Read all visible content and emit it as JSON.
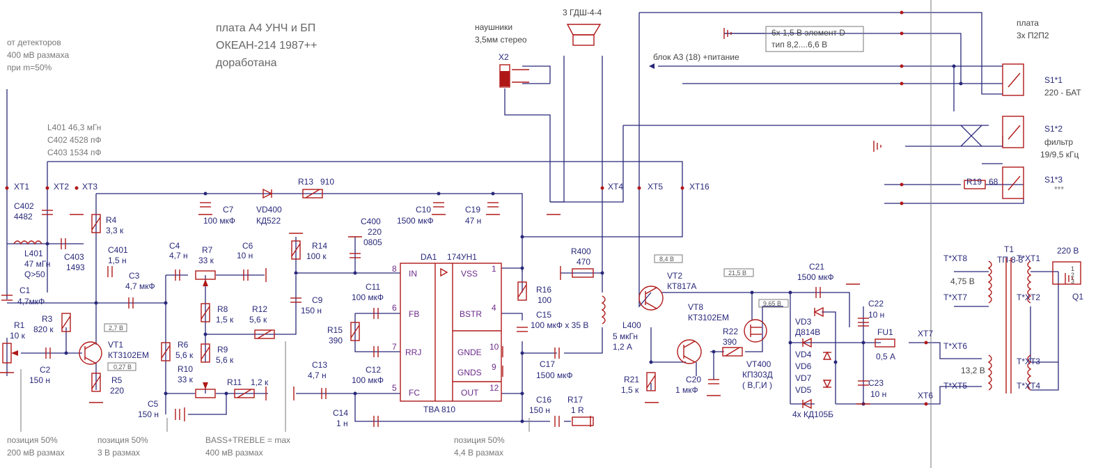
{
  "title": {
    "l1": "плата А4 УНЧ и БП",
    "l2": "ОКЕАН-214 1987++",
    "l3": "доработана"
  },
  "notes": {
    "det1": "от детекторов",
    "det2": "400 мВ размаха",
    "det3": "при m=50%",
    "lc1": "L401 46,3 мГн",
    "lc2": "С402 4528 пФ",
    "lc3": "С403 1534 пФ",
    "ph1": "наушники",
    "ph2": "3,5мм стерео",
    "spk": "3 ГДШ-4-4",
    "blk": "блок А3 (18) +питание",
    "bat1": "6х 1,5 В элемент D",
    "bat2": "тип 8,2....6,6 В",
    "pl1": "плата",
    "pl2": "3х П2П2",
    "pos1a": "позиция 50%",
    "pos1b": "200 мВ размах",
    "pos2a": "позиция 50%",
    "pos2b": "3 В размах",
    "bt1": "BASS+TREBLE = max",
    "bt2": "400 мВ размах",
    "pos3a": "позиция 50%",
    "pos3b": "4,4 В размах"
  },
  "connectors": {
    "xt1": "XT1",
    "xt2": "XT2",
    "xt3": "XT3",
    "xt4": "XT4",
    "xt5": "XT5",
    "xt16": "XT16",
    "xt7": "XT7",
    "xt6": "XT6",
    "x2": "X2"
  },
  "components": {
    "c402": "C402",
    "c402v": "4482",
    "l401": "L401",
    "l401v": "47 мГн",
    "l401q": "Q>50",
    "c403": "C403",
    "c403v": "1493",
    "c1": "C1",
    "c1v": "4,7мкФ",
    "r1": "R1",
    "r1v": "10 к",
    "c2": "C2",
    "c2v": "150 н",
    "r3": "R3",
    "r3v": "820 к",
    "r4": "R4",
    "r4v": "3,3 к",
    "c401": "C401",
    "c401v": "1,5 н",
    "c3": "C3",
    "c3v": "4,7 мкФ",
    "vt1": "VT1",
    "vt1v": "КТ3102ЕМ",
    "r5": "R5",
    "r5v": "220",
    "c4": "C4",
    "c4v": "4,7 н",
    "r7": "R7",
    "r7v": "33 к",
    "c6": "C6",
    "c6v": "10 н",
    "r8": "R8",
    "r8v": "1,5 к",
    "r12": "R12",
    "r12v": "5,6 к",
    "r9": "R9",
    "r9v": "5,6 к",
    "r6": "R6",
    "r6v": "5,6 к",
    "r10": "R10",
    "r10v": "33 к",
    "r11": "R11",
    "r11v": "1,2 к",
    "c5": "C5",
    "c5v": "150 н",
    "c7": "C7",
    "c7v": "100 мкФ",
    "vd400": "VD400",
    "vd400v": "КД522",
    "r13": "R13",
    "r13v": "910",
    "c400": "C400",
    "c400v": "220",
    "c400p": "0805",
    "c10": "C10",
    "c10v": "1500 мкФ",
    "c19": "C19",
    "c19v": "47 н",
    "r14": "R14",
    "r14v": "100 к",
    "c9": "C9",
    "c9v": "150 н",
    "c11": "C11",
    "c11v": "100 мкФ",
    "r15": "R15",
    "r15v": "390",
    "c12": "C12",
    "c12v": "100 мкФ",
    "c13": "C13",
    "c13v": "4,7 н",
    "c14": "C14",
    "c14v": "1 н",
    "da1": "DA1",
    "da1v": "174УН1",
    "tba": "TBA 810",
    "r16": "R16",
    "r16v": "100",
    "c15": "C15",
    "c15v": "100 мкФ х 35 В",
    "c17": "C17",
    "c17v": "1500 мкФ",
    "c16": "C16",
    "c16v": "150 н",
    "r17": "R17",
    "r17v": "1 R",
    "r400": "R400",
    "r400v": "470",
    "l400": "L400",
    "l400v": "5 мкГн",
    "l400a": "1,2 А",
    "r21": "R21",
    "r21v": "1,5 к",
    "vt2": "VT2",
    "vt2v": "КТ817А",
    "vt8": "VT8",
    "vt8v": "КТ3102ЕМ",
    "r22": "R22",
    "r22v": "390",
    "c20": "C20",
    "c20v": "1 мкФ",
    "vt400": "VT400",
    "vt400v": "КП303Д",
    "vt400t": "( В,Г,И )",
    "c21": "C21",
    "c21v": "1500 мкФ",
    "c22": "C22",
    "c22v": "10 н",
    "vd3": "VD3",
    "vd3v": "Д814В",
    "fu1": "FU1",
    "fu1v": "0,5 А",
    "vd4": "VD4",
    "vd6": "VD6",
    "vd7": "VD7",
    "vd5": "VD5",
    "kd105": "4х КД105Б",
    "c23": "C23",
    "c23v": "10 н",
    "s11": "S1*1",
    "s11t": "220 - БАТ",
    "s12": "S1*2",
    "s12t1": "фильтр",
    "s12t2": "19/9,5 кГц",
    "s13": "S1*3",
    "s13t": "***",
    "r19": "R19",
    "r19v": "68",
    "t1": "T1",
    "t1v": "ТП-8-3",
    "t220": "220 В",
    "txt8": "T*XT8",
    "txt7": "T*XT7",
    "txt1": "T*XT1",
    "txt2": "T*XT2",
    "txt6": "T*XT6",
    "txt5": "T*XT5",
    "txt3": "T*XT3",
    "txt4": "T*XT4",
    "v475": "4,75 В",
    "v132": "13,2 В",
    "q1": "Q1",
    "p1": "1",
    "p2": "2",
    "p3": "3"
  },
  "pins": {
    "p8": "8",
    "p6": "6",
    "p7": "7",
    "p5": "5",
    "p1": "1",
    "p4": "4",
    "p10": "10",
    "p9": "9",
    "p12": "12",
    "in": "IN",
    "fb": "FB",
    "rrj": "RRJ",
    "fc": "FC",
    "vss": "VSS",
    "bstr": "BSTR",
    "gnde": "GNDE",
    "gnds": "GNDS",
    "out": "OUT"
  },
  "measurements": {
    "m1": "2,7 В",
    "m2": "0,27 В",
    "m3": "8,4 В",
    "m4": "21,5 В",
    "m5": "9,65 В"
  },
  "colors": {
    "wire": "#28287a",
    "component": "#b01818",
    "note": "#777777",
    "pin": "#6b2a8a"
  }
}
